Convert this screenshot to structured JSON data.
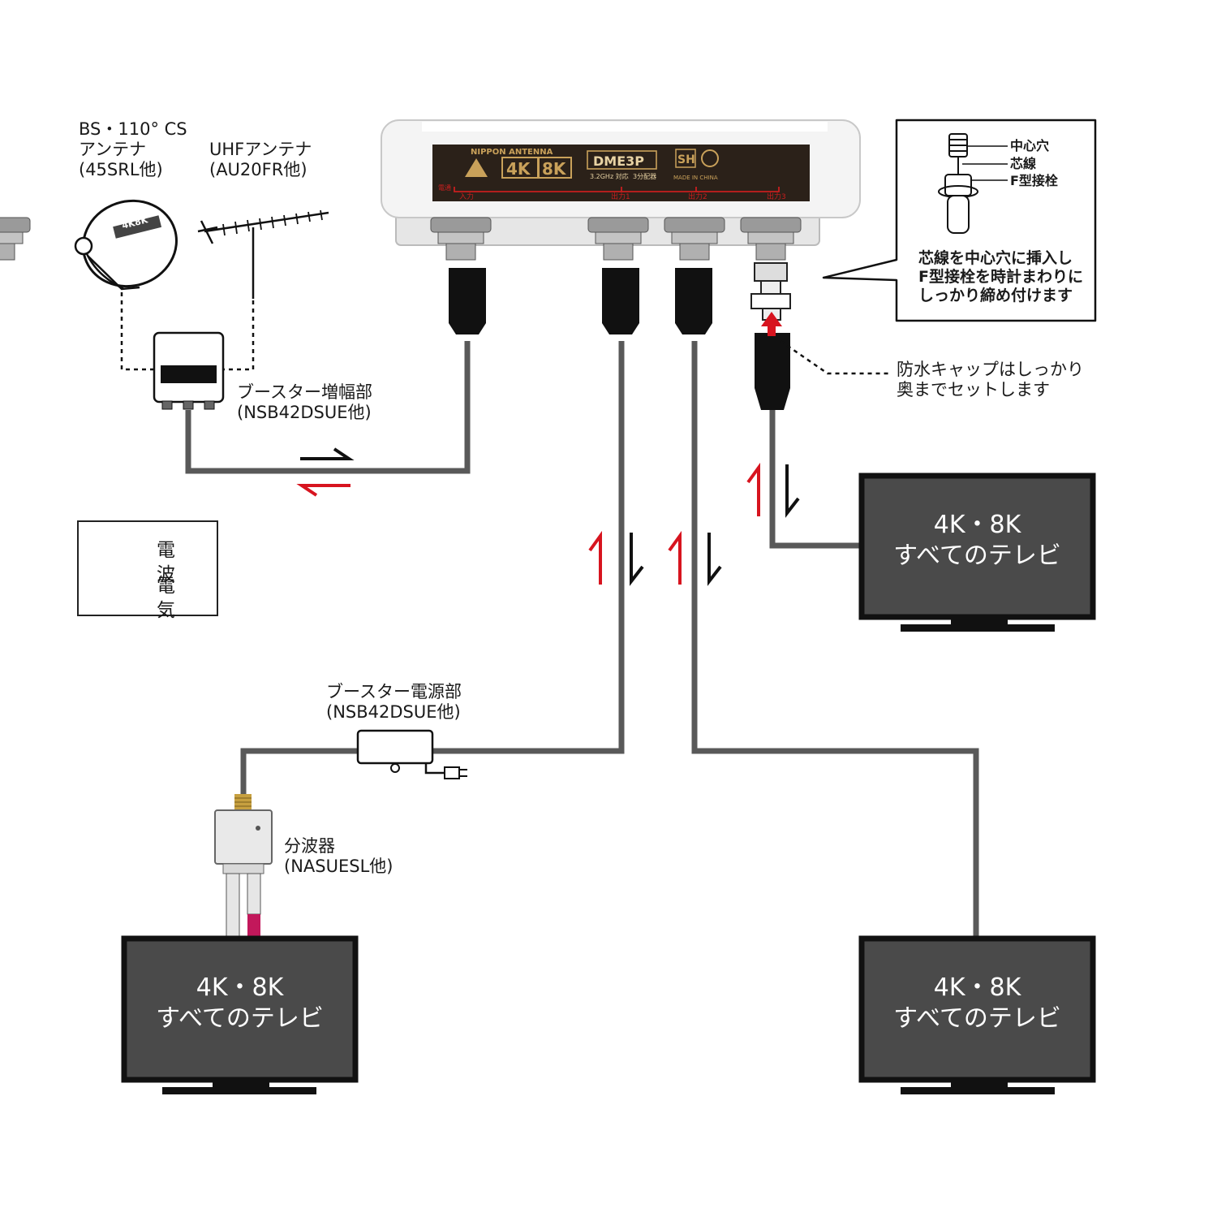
{
  "antennas": {
    "satellite": {
      "lines": [
        "BS・110° CS",
        "アンテナ",
        "(45SRL他)"
      ],
      "dish_logo": "4K8K"
    },
    "uhf": {
      "lines": [
        "UHFアンテナ",
        "(AU20FR他)"
      ]
    }
  },
  "booster_amp": {
    "lines": [
      "ブースター増幅部",
      "(NSB42DSUE他)"
    ]
  },
  "booster_power": {
    "lines": [
      "ブースター電源部",
      "(NSB42DSUE他)"
    ]
  },
  "separator": {
    "lines": [
      "分波器",
      "(NASUESL他)"
    ]
  },
  "splitter": {
    "brand": "NIPPON ANTENNA",
    "model": "DME3P",
    "logo_4k": "4K",
    "logo_8k": "8K",
    "freq": "3.2GHz 対応",
    "kind": "3分配器",
    "sh_badge": "SH",
    "made_in": "MADE IN CHINA",
    "power_label": "電通",
    "ports": [
      "入力",
      "出力1",
      "出力2",
      "出力3"
    ]
  },
  "connector_callout": {
    "part_labels": [
      "中心穴",
      "芯線",
      "F型接栓"
    ],
    "instruction": [
      "芯線を中心穴に挿入し",
      "F型接栓を時計まわりに",
      "しっかり締め付けます"
    ]
  },
  "waterproof_note": [
    "防水キャップはしっかり",
    "奥までセットします"
  ],
  "legend": {
    "items": [
      {
        "label": "電波",
        "color": "#111111"
      },
      {
        "label": "電気",
        "color": "#d7141f"
      }
    ]
  },
  "tvs": [
    {
      "line1": "4K・8K",
      "line2": "すべてのテレビ"
    },
    {
      "line1": "4K・8K",
      "line2": "すべてのテレビ"
    },
    {
      "line1": "4K・8K",
      "line2": "すべてのテレビ"
    }
  ],
  "colors": {
    "signal": "#111111",
    "power": "#d7141f",
    "cable": "#595959",
    "tv_screen": "#4a4a4a",
    "tv_frame": "#111111",
    "device_plate": "#2b2119",
    "plate_gold": "#c9a15a"
  }
}
